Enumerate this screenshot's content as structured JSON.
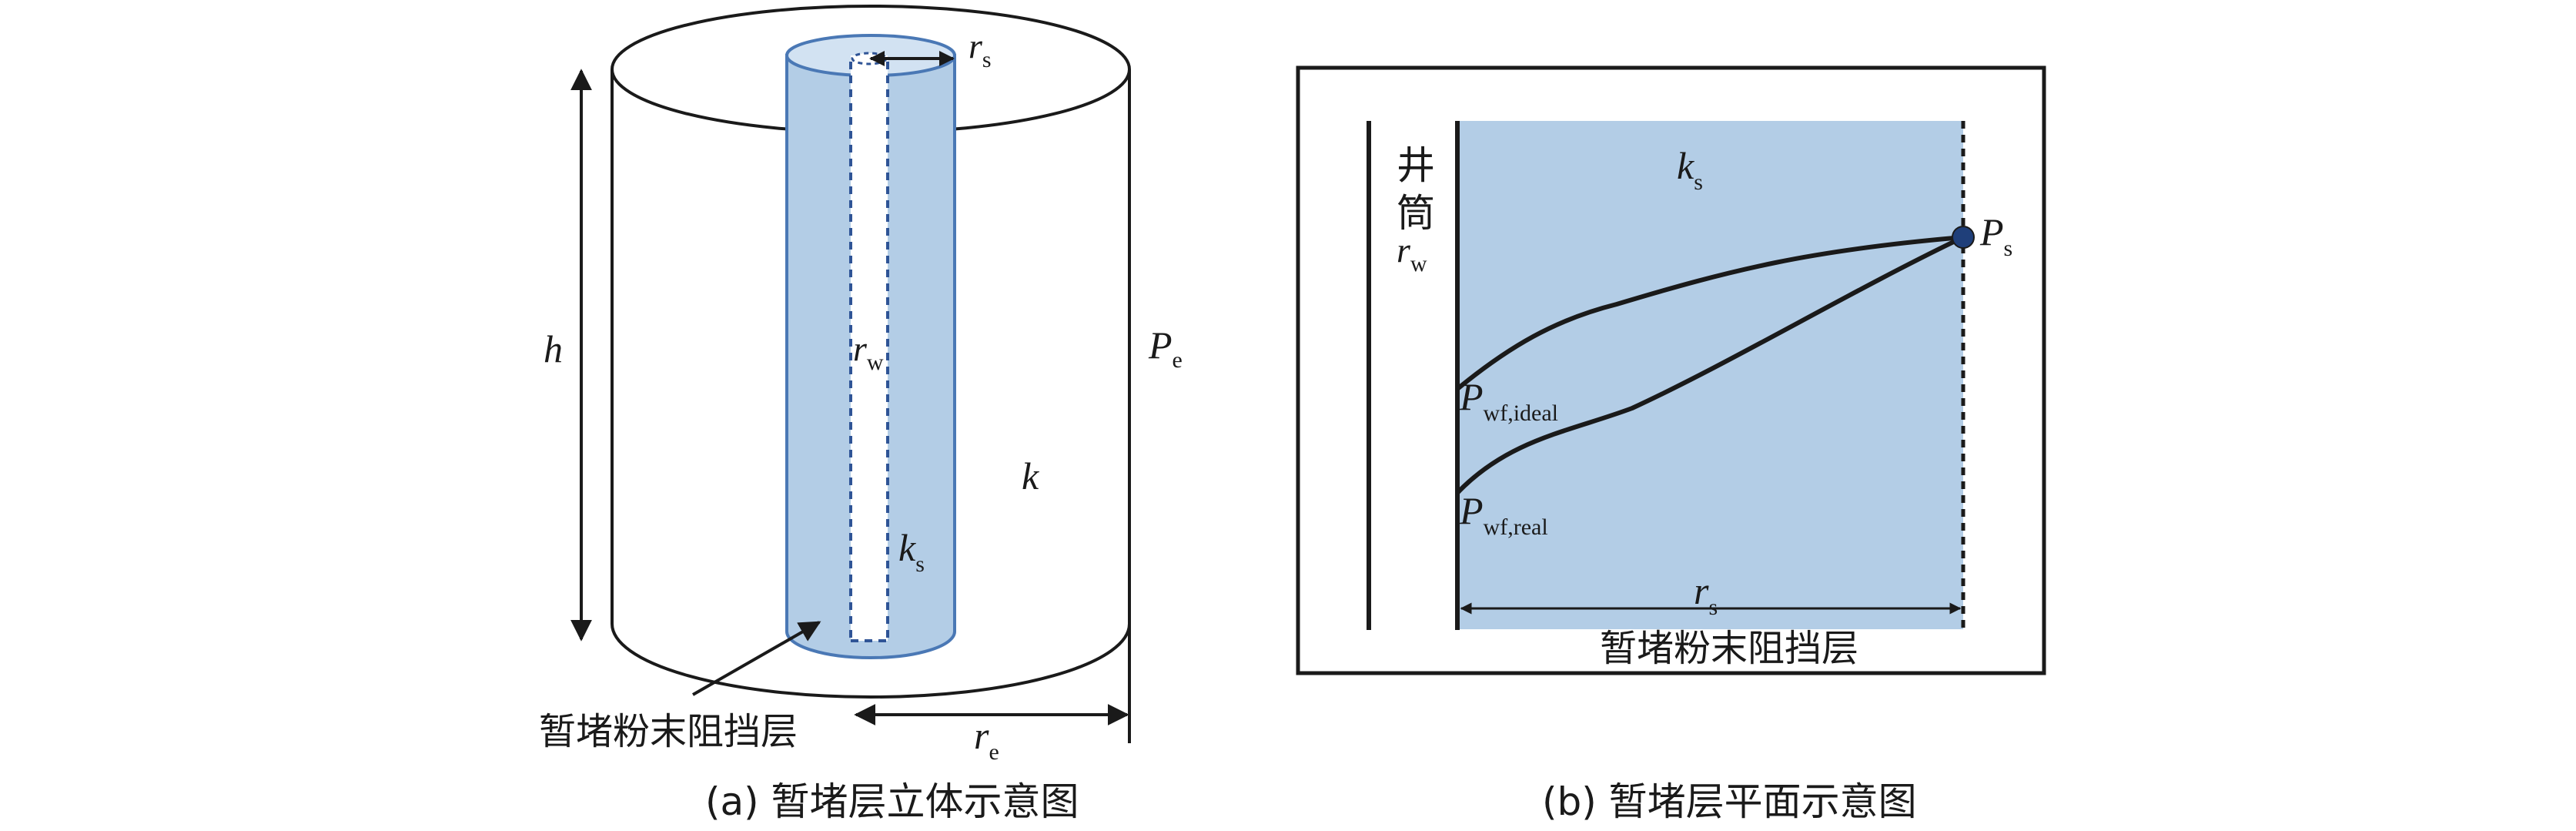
{
  "panel_a": {
    "caption": "(a) 暂堵层立体示意图",
    "labels": {
      "h": "h",
      "rs_main": "r",
      "rs_sub": "s",
      "rw_main": "r",
      "rw_sub": "w",
      "pe_main": "P",
      "pe_sub": "e",
      "k": "k",
      "ks_main": "k",
      "ks_sub": "s",
      "re_main": "r",
      "re_sub": "e",
      "barrier": "暂堵粉末阻挡层"
    }
  },
  "panel_b": {
    "caption": "(b) 暂堵层平面示意图",
    "labels": {
      "wellbore_1": "井",
      "wellbore_2": "筒",
      "rw_main": "r",
      "rw_sub": "w",
      "ks_main": "k",
      "ks_sub": "s",
      "ps_main": "P",
      "ps_sub": "s",
      "pwf_ideal_main": "P",
      "pwf_ideal_sub": "wf,ideal",
      "pwf_real_main": "P",
      "pwf_real_sub": "wf,real",
      "rs_main": "r",
      "rs_sub": "s",
      "barrier": "暂堵粉末阻挡层"
    }
  },
  "colors": {
    "stroke": "#1a1a1a",
    "barrier_fill": "#b3cde6",
    "barrier_top_fill": "#d2e2f2",
    "barrier_stroke": "#4a78b5",
    "background": "#ffffff"
  }
}
